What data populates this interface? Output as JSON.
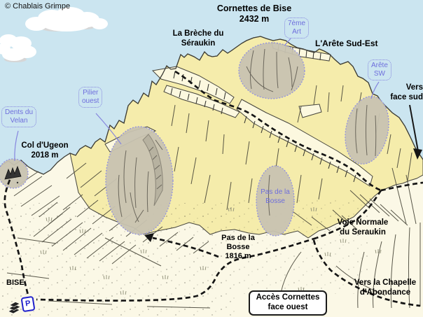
{
  "copyright": "© Chablais Grimpe",
  "summit": {
    "name": "Cornettes de Bise",
    "elevation": "2432 m"
  },
  "labels": {
    "breche_line1": "La Brèche du",
    "breche_line2": "Séraukin",
    "arete_sud_est": "L'Arête Sud-Est",
    "vers_face_sud_line1": "Vers",
    "vers_face_sud_line2": "face sud",
    "col_ugeon_line1": "Col d'Ugeon",
    "col_ugeon_line2": "2018 m",
    "pas_bosse_line1": "Pas de la",
    "pas_bosse_line2": "Bosse",
    "pas_bosse_line3": "1816 m",
    "voie_normale_line1": "Voie Normale",
    "voie_normale_line2": "du Seraukin",
    "chapelle_line1": "Vers la Chapelle",
    "chapelle_line2": "d'Abondance",
    "village": "BISE"
  },
  "tags": {
    "art7_line1": "7ème",
    "art7_line2": "Art",
    "pilier_line1": "Pilier",
    "pilier_line2": "ouest",
    "dents_line1": "Dents du",
    "dents_line2": "Velan",
    "aretesw_line1": "Arête",
    "aretesw_line2": "SW",
    "pasbosse_line1": "Pas de la",
    "pasbosse_line2": "Bosse"
  },
  "access_box": {
    "line1": "Accès Cornettes",
    "line2": "face ouest"
  },
  "parking": {
    "label": "P"
  },
  "colors": {
    "sky": "#CBE5F0",
    "rock_yellow": "#F5ECAB",
    "ledge_cream": "#FCF8DF",
    "meadow": "#FBF8E6",
    "sector_fill": "#C8C3B1",
    "tag_blue": "#6E6EDC",
    "trail_black": "#151515",
    "parking_blue": "#2222CC"
  }
}
